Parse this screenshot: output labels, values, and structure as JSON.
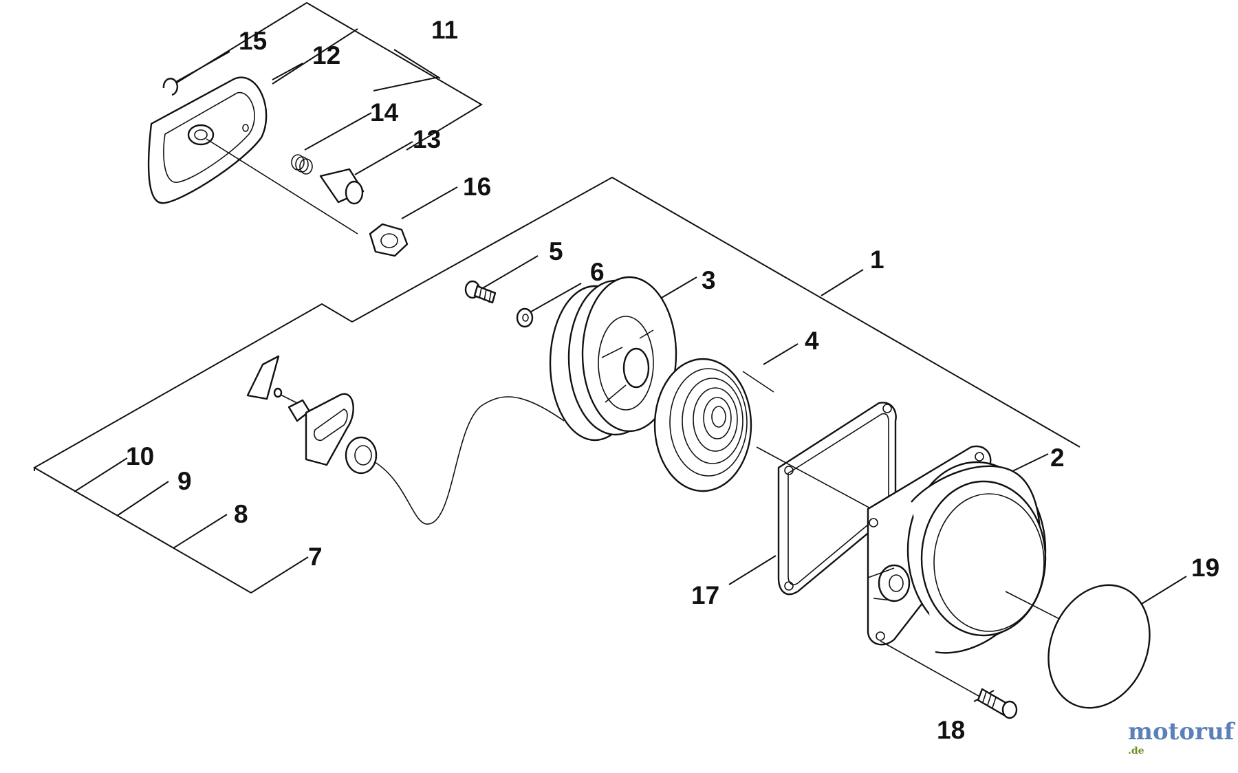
{
  "callouts": {
    "c1": "1",
    "c2": "2",
    "c3": "3",
    "c4": "4",
    "c5": "5",
    "c6": "6",
    "c7": "7",
    "c8": "8",
    "c9": "9",
    "c10": "10",
    "c11": "11",
    "c12": "12",
    "c13": "13",
    "c14": "14",
    "c15": "15",
    "c16": "16",
    "c17": "17",
    "c18": "18",
    "c19": "19"
  },
  "watermark": {
    "main": "motoruf",
    "suffix": ".de"
  },
  "colors": {
    "ink": "#111111",
    "watermark_m": "#4a6fa5",
    "watermark_o": "#d2691e",
    "watermark_tail": "#6b8e23"
  }
}
